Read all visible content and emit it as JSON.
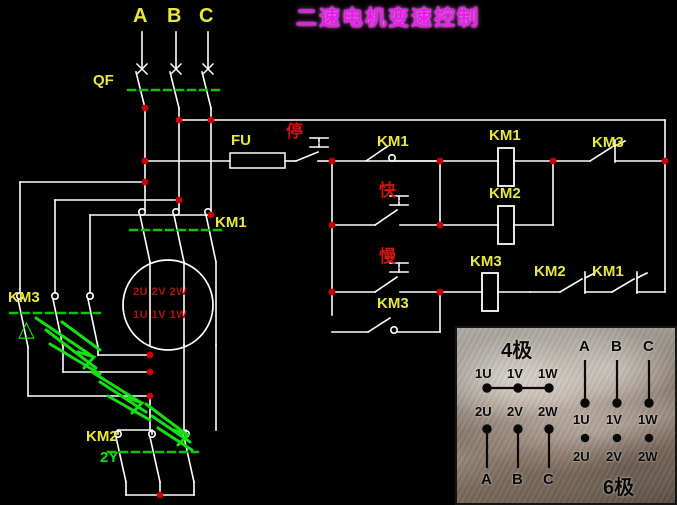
{
  "title": "二速电机变速控制",
  "power_circuit": {
    "phase_labels": [
      "A",
      "B",
      "C"
    ],
    "breaker_label": "QF",
    "km1_label": "KM1",
    "km3_label": "KM3",
    "km3_symbol": "△",
    "km2_label": "KM2",
    "km2_symbol": "2Y",
    "motor_top_terminals": "2U 2V 2W",
    "motor_bottom_terminals": "1U 1V 1W"
  },
  "control_circuit": {
    "fuse_label": "FU",
    "stop_button": "停",
    "fast_button": "快",
    "slow_button": "慢",
    "contact_km1": "KM1",
    "contact_km3_seal": "KM3",
    "coil_km1": "KM1",
    "coil_km2": "KM2",
    "coil_km3": "KM3",
    "nc_km3": "KM3",
    "nc_km2": "KM2",
    "nc_km1": "KM1"
  },
  "terminal_photo": {
    "left_title": "4极",
    "right_title": "6极",
    "left_top_row": [
      "1U",
      "1V",
      "1W"
    ],
    "left_bottom_row": [
      "2U",
      "2V",
      "2W"
    ],
    "left_supply_row": [
      "A",
      "B",
      "C"
    ],
    "right_supply_row": [
      "A",
      "B",
      "C"
    ],
    "right_top_row": [
      "1U",
      "1V",
      "1W"
    ],
    "right_bottom_row": [
      "2U",
      "2V",
      "2W"
    ]
  },
  "colors": {
    "wire": "#ffffff",
    "node": "#cc0000",
    "label_yellow": "#e8e83c",
    "label_red": "#cc1414",
    "label_green": "#12e012",
    "title_magenta": "#e81ee8"
  }
}
